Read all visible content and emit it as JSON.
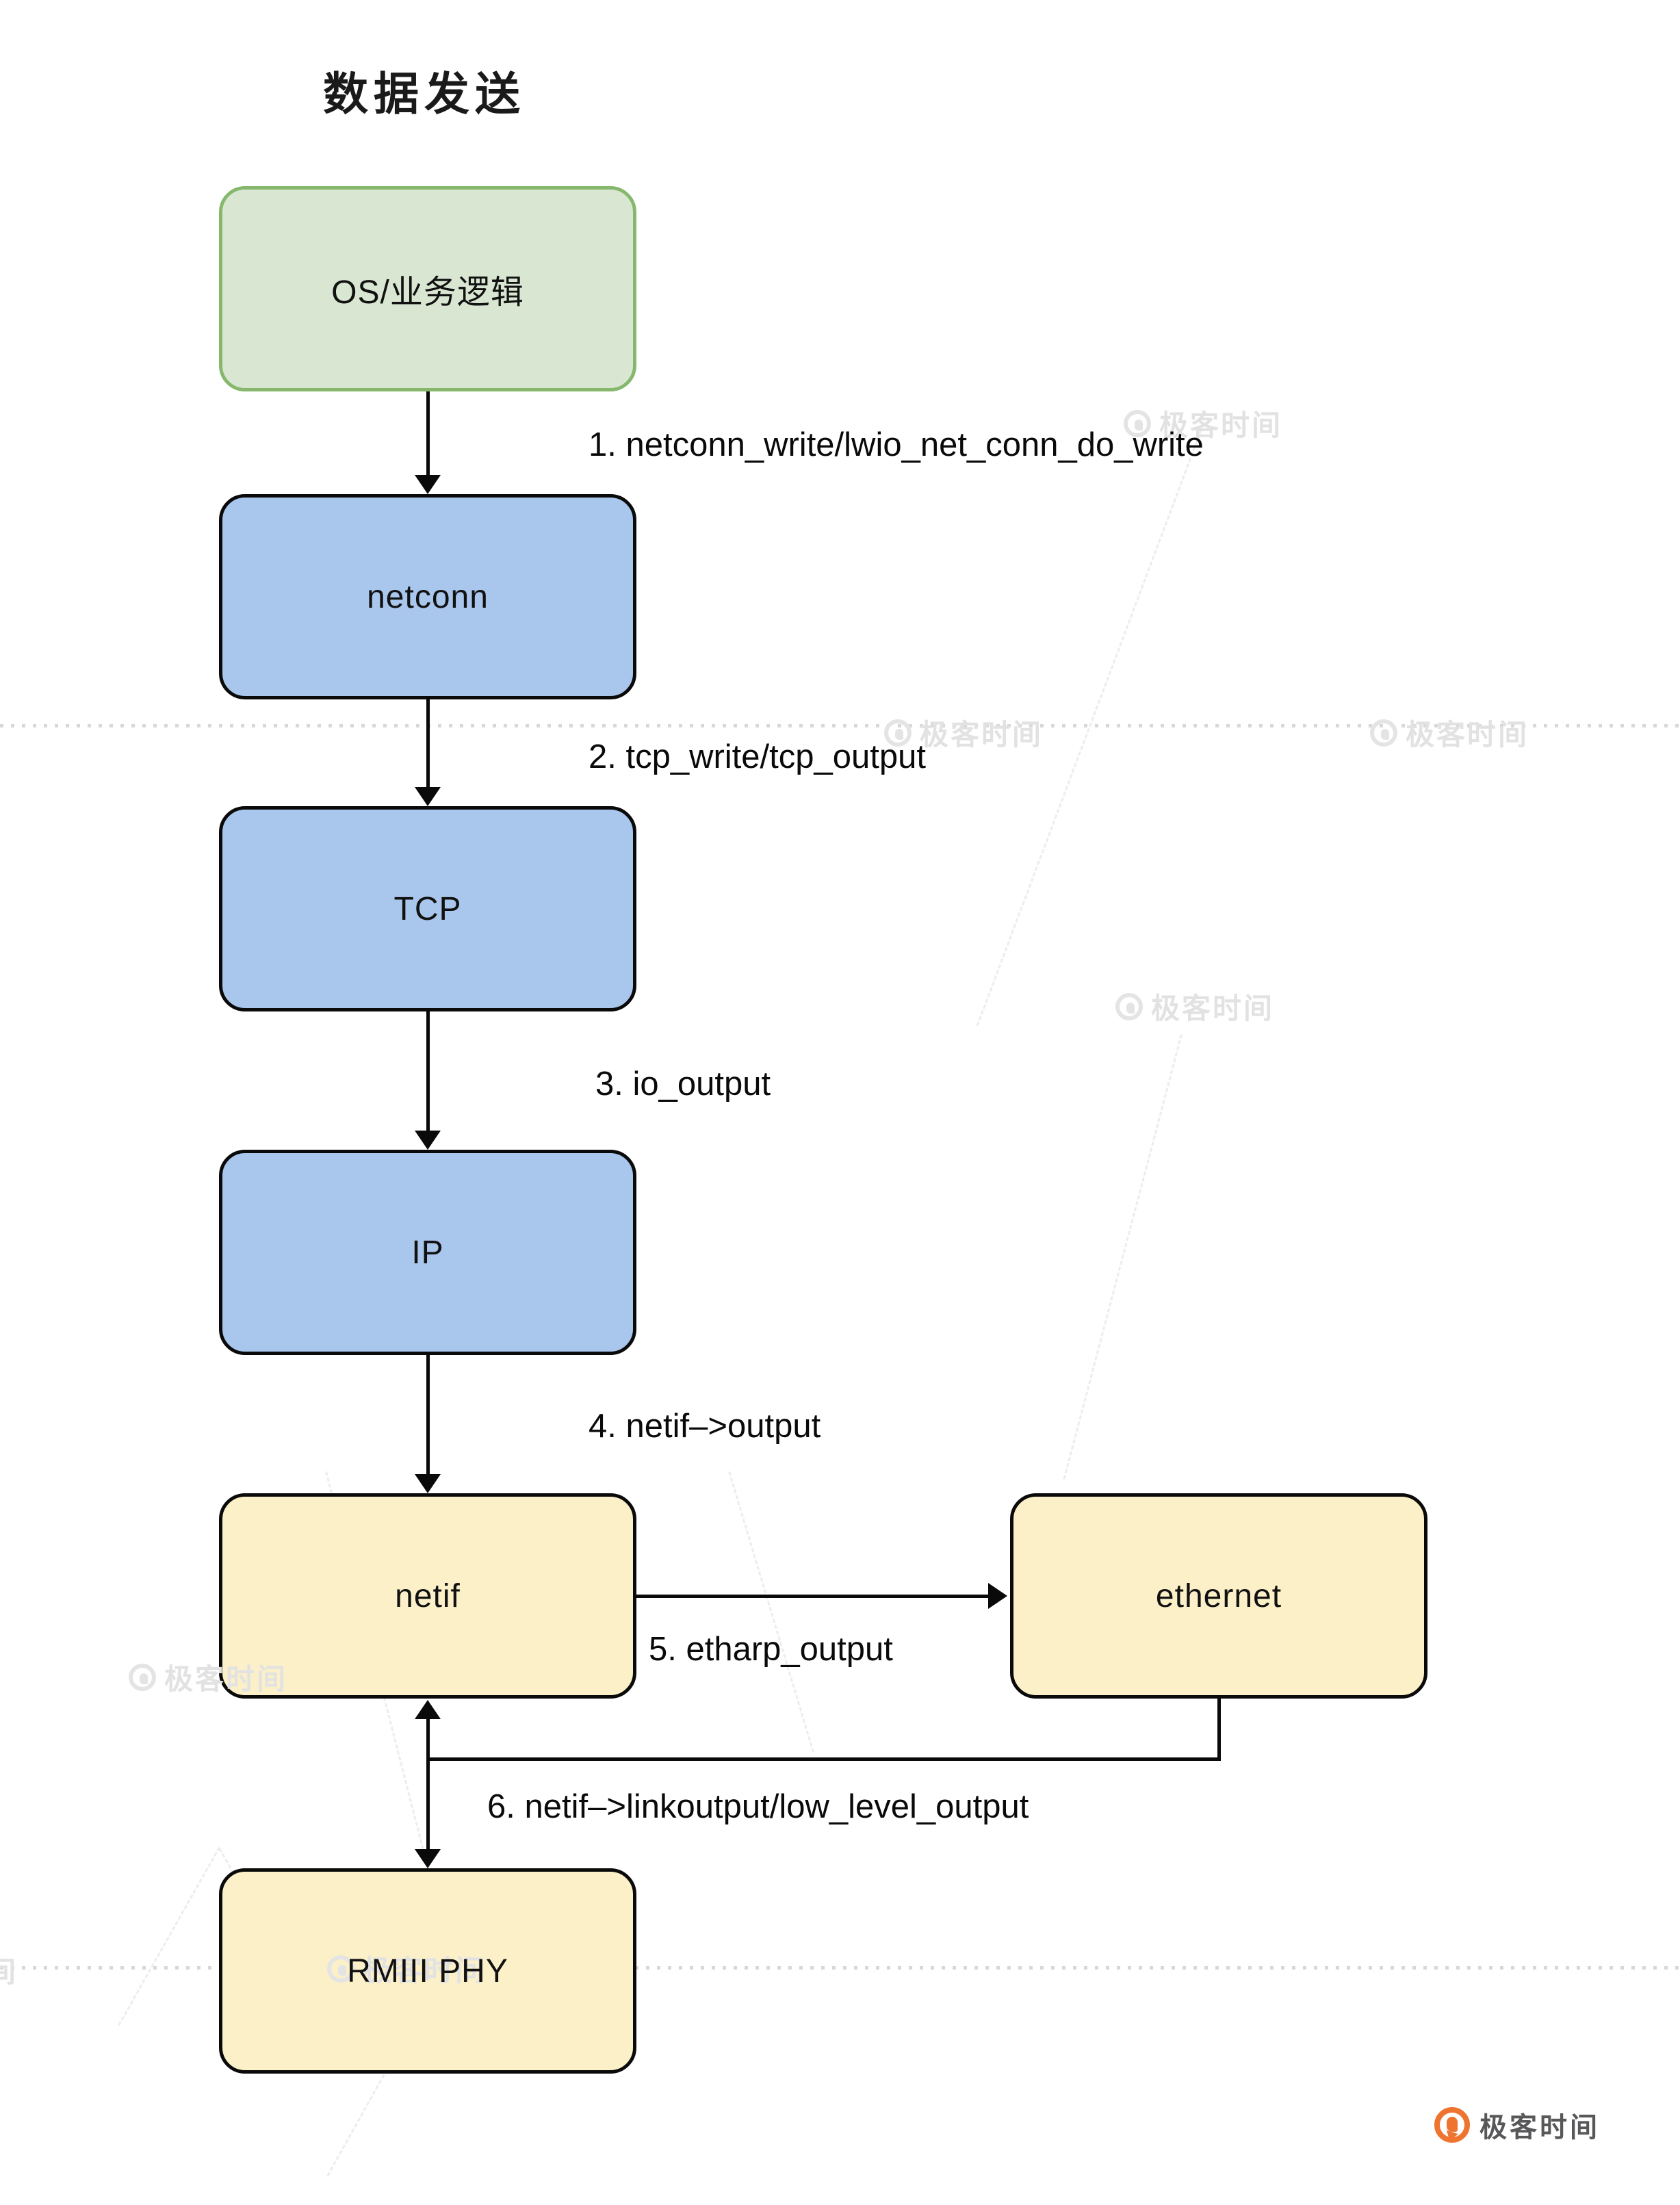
{
  "page": {
    "title": "数据发送"
  },
  "nodes": [
    {
      "id": "os",
      "label": "OS/业务逻辑"
    },
    {
      "id": "netconn",
      "label": "netconn"
    },
    {
      "id": "tcp",
      "label": "TCP"
    },
    {
      "id": "ip",
      "label": "IP"
    },
    {
      "id": "netif",
      "label": "netif"
    },
    {
      "id": "ethernet",
      "label": "ethernet"
    },
    {
      "id": "rmii-phy",
      "label": "RMIII PHY"
    }
  ],
  "edges": [
    {
      "step": "1",
      "label": "1. netconn_write/lwio_net_conn_do_write",
      "from": "OS/业务逻辑",
      "to": "netconn"
    },
    {
      "step": "2",
      "label": "2. tcp_write/tcp_output",
      "from": "netconn",
      "to": "TCP"
    },
    {
      "step": "3",
      "label": "3. io_output",
      "from": "TCP",
      "to": "IP"
    },
    {
      "step": "4",
      "label": "4. netif–>output",
      "from": "IP",
      "to": "netif"
    },
    {
      "step": "5",
      "label": "5. etharp_output",
      "from": "netif",
      "to": "ethernet"
    },
    {
      "step": "6",
      "label": "6. netif–>linkoutput/low_level_output",
      "from": "ethernet",
      "to": "RMIII PHY"
    }
  ],
  "watermark": {
    "text": "极客时间",
    "partial_text": "时间"
  },
  "brand": {
    "logo_text": "极客时间"
  },
  "colors": {
    "green_fill": "#d9e7d2",
    "green_border": "#85b86d",
    "blue_fill": "#a9c6ec",
    "yellow_fill": "#fcf0c8",
    "line_black": "#0a0a0a",
    "watermark_gray": "#e2e2e2",
    "logo_orange": "#ee7430",
    "logo_text_gray": "#58585a"
  }
}
